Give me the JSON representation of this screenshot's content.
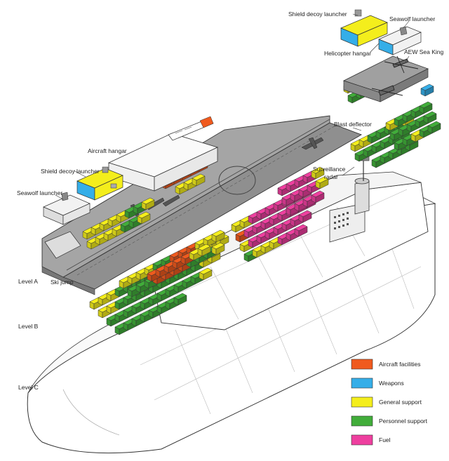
{
  "labels": {
    "shield_decoy_top": "Shield decoy launcher",
    "seawolf_top": "Seawolf launcher",
    "helicopter_hangar": "Helicopter hangar",
    "aew_sea_king": "AEW Sea King",
    "blast_deflector": "Blast deflector",
    "aircraft_hangar": "Aircraft hangar",
    "shield_decoy_left": "Shield decoy launcher",
    "seawolf_left": "Seawolf launcher",
    "surveillance_radar_1": "Surveillance",
    "surveillance_radar_2": "radar",
    "ski_jump": "Ski jump"
  },
  "levels": {
    "a": "Level A",
    "b": "Level B",
    "c": "Level C"
  },
  "legend": [
    {
      "label": "Aircraft facilities",
      "color": "#f05a1e"
    },
    {
      "label": "Weapons",
      "color": "#35aee8"
    },
    {
      "label": "General support",
      "color": "#f4ee1c"
    },
    {
      "label": "Personnel support",
      "color": "#41ad3a"
    },
    {
      "label": "Fuel",
      "color": "#ee3f9f"
    }
  ],
  "colors": {
    "deck": "#9a9a9a",
    "hull": "#ffffff",
    "outline": "#333333"
  }
}
